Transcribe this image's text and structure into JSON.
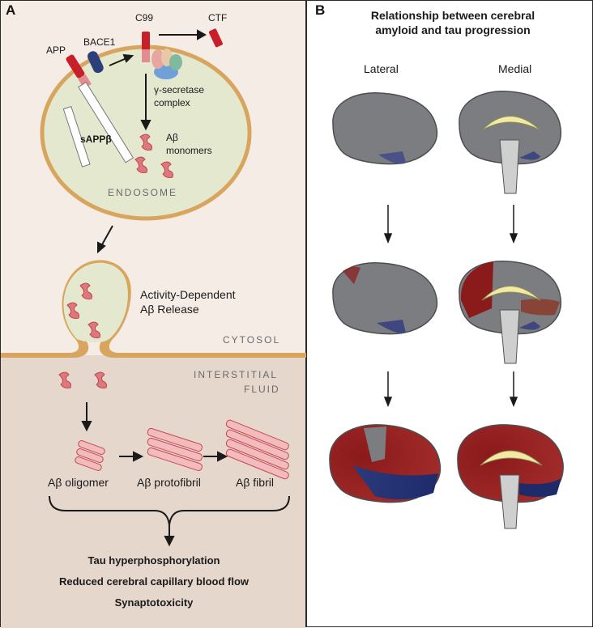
{
  "panel_a": {
    "letter": "A",
    "app": "APP",
    "bace1": "BACE1",
    "c99": "C99",
    "ctf": "CTF",
    "gamma_secretase": "γ-secretase",
    "complex": "complex",
    "sappb": "sAPPβ",
    "ab": "Aβ",
    "monomers": "monomers",
    "endosome": "ENDOSOME",
    "activity_dependent": "Activity-Dependent",
    "ab_release": "Aβ Release",
    "cytosol": "CYTOSOL",
    "interstitial": "INTERSTITIAL",
    "fluid": "FLUID",
    "oligomer": "Aβ oligomer",
    "protofibril": "Aβ protofibril",
    "fibril": "Aβ fibril",
    "outcomes": [
      "Tau hyperphosphorylation",
      "Reduced cerebral capillary blood flow",
      "Synaptotoxicity"
    ]
  },
  "panel_b": {
    "letter": "B",
    "title_line1": "Relationship between cerebral",
    "title_line2": "amyloid and tau progression",
    "lateral": "Lateral",
    "medial": "Medial"
  },
  "colors": {
    "amyloid": "#8b1a1a",
    "tau": "#1f2a6b",
    "brain": "#7b7d80",
    "membrane": "#d8a55e",
    "endosome_fill": "#e3e8cf"
  }
}
